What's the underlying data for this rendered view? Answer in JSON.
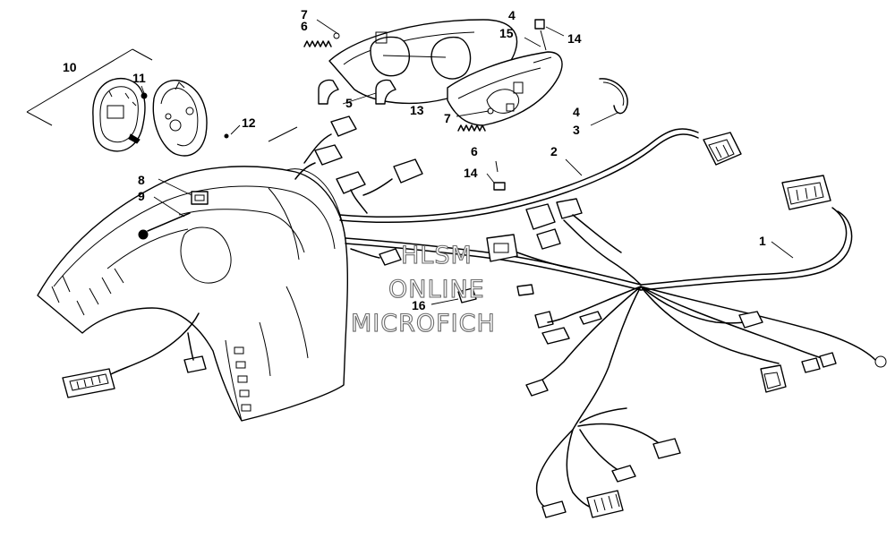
{
  "callouts": [
    {
      "id": "c1",
      "label": "1"
    },
    {
      "id": "c2",
      "label": "2"
    },
    {
      "id": "c3",
      "label": "3"
    },
    {
      "id": "c4a",
      "label": "4"
    },
    {
      "id": "c4b",
      "label": "4"
    },
    {
      "id": "c5",
      "label": "5"
    },
    {
      "id": "c6a",
      "label": "6"
    },
    {
      "id": "c6b",
      "label": "6"
    },
    {
      "id": "c7a",
      "label": "7"
    },
    {
      "id": "c7b",
      "label": "7"
    },
    {
      "id": "c8",
      "label": "8"
    },
    {
      "id": "c9",
      "label": "9"
    },
    {
      "id": "c10",
      "label": "10"
    },
    {
      "id": "c11",
      "label": "11"
    },
    {
      "id": "c12",
      "label": "12"
    },
    {
      "id": "c13",
      "label": "13"
    },
    {
      "id": "c14a",
      "label": "14"
    },
    {
      "id": "c14b",
      "label": "14"
    },
    {
      "id": "c15",
      "label": "15"
    },
    {
      "id": "c16",
      "label": "16"
    }
  ],
  "watermark": {
    "line1": "HLSM",
    "line2": "ONLINE",
    "line3": "MICROFICH"
  },
  "colors": {
    "ink": "#000000",
    "paper": "#ffffff",
    "watermark_outline": "#6c6c6c"
  }
}
